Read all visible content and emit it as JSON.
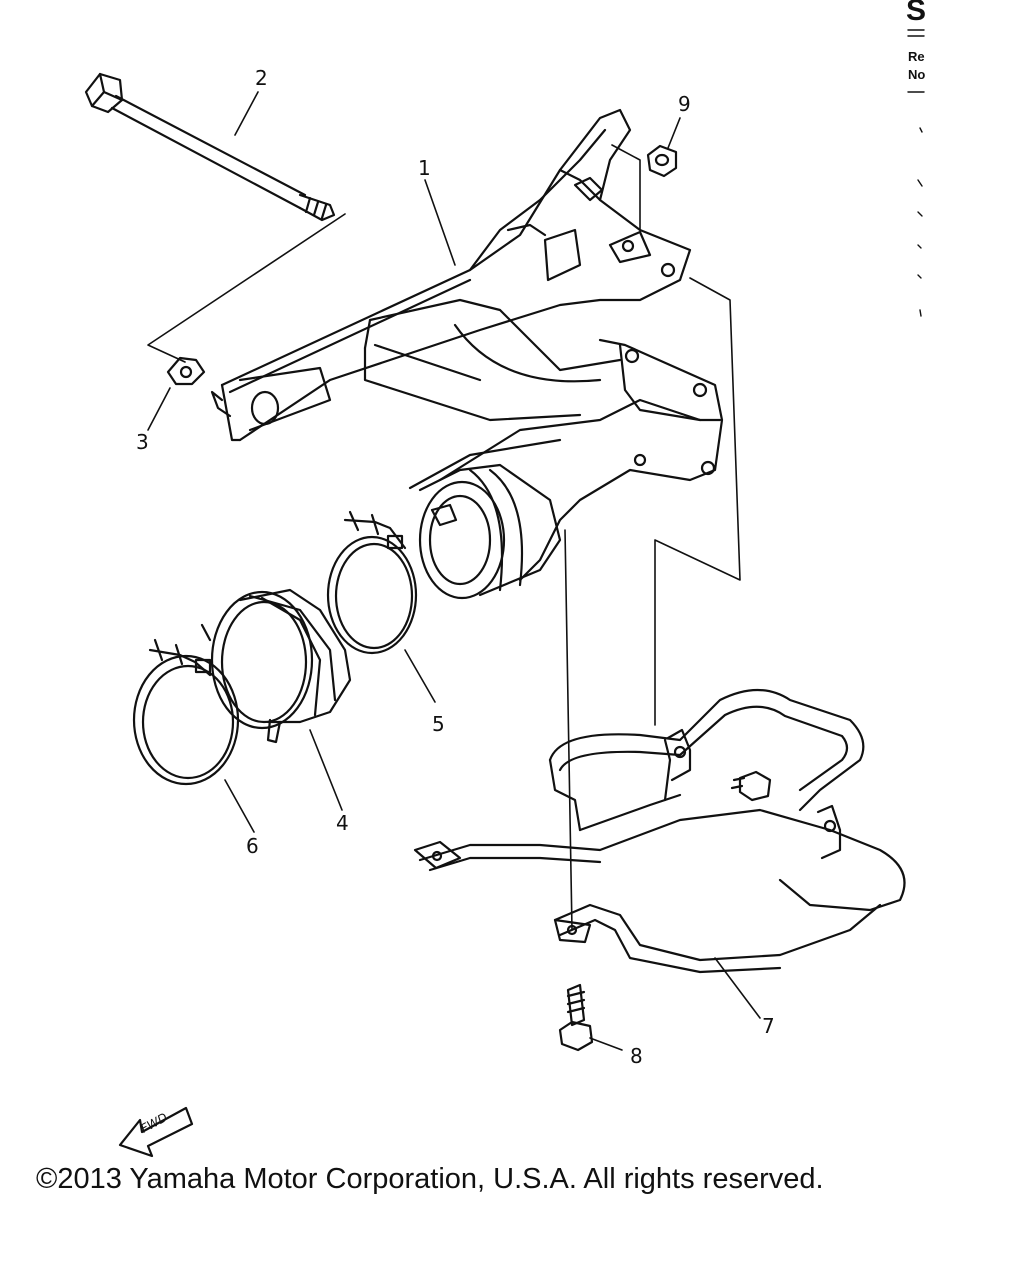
{
  "callouts": [
    {
      "id": "1",
      "text": "1"
    },
    {
      "id": "2",
      "text": "2"
    },
    {
      "id": "3",
      "text": "3"
    },
    {
      "id": "4",
      "text": "4"
    },
    {
      "id": "5",
      "text": "5"
    },
    {
      "id": "6",
      "text": "6"
    },
    {
      "id": "7",
      "text": "7"
    },
    {
      "id": "8",
      "text": "8"
    },
    {
      "id": "9",
      "text": "9"
    }
  ],
  "fwd_label": "FWD",
  "edge": {
    "letter": "S",
    "ref_line1": "Re",
    "ref_line2": "No"
  },
  "copyright": "©2013 Yamaha Motor Corporation, U.S.A. All rights reserved."
}
